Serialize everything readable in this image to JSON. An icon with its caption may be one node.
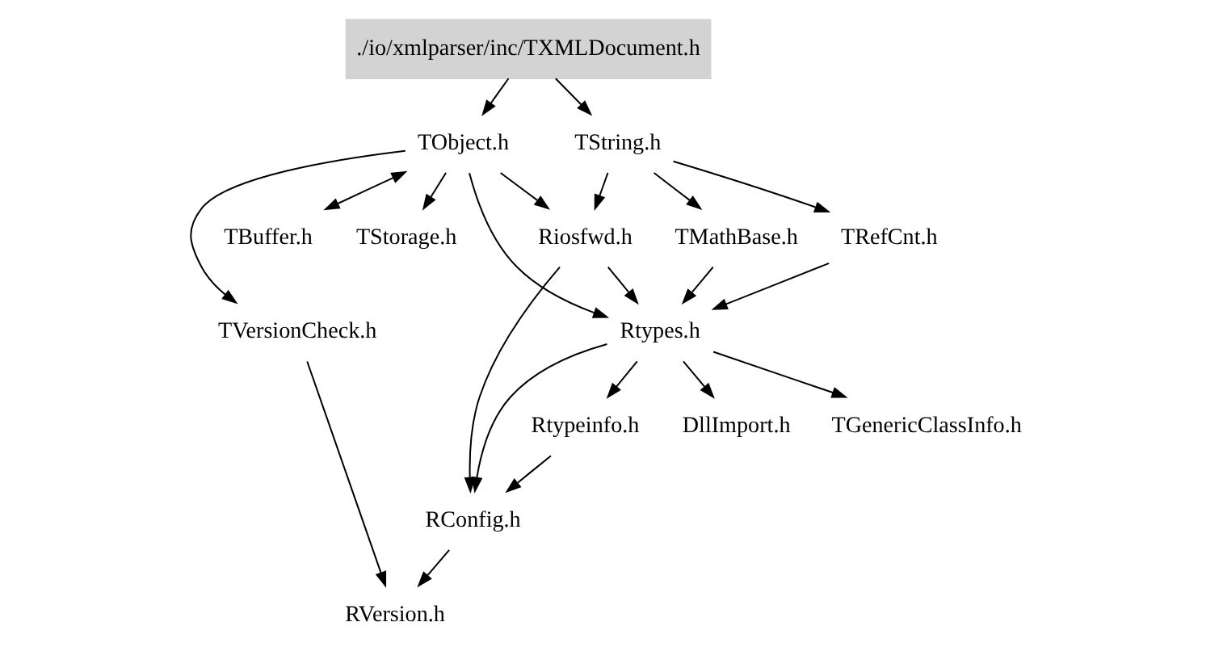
{
  "diagram": {
    "nodes": [
      {
        "text": [
          "./io/xmlparser/inc/TXMLDocument.h"
        ]
      },
      {
        "text": [
          "TObject.h"
        ]
      },
      {
        "text": [
          "TString.h"
        ]
      },
      {
        "text": [
          "TBuffer.h"
        ]
      },
      {
        "text": [
          "TStorage.h"
        ]
      },
      {
        "text": [
          "Riosfwd.h"
        ]
      },
      {
        "text": [
          "TRefCnt.h"
        ]
      },
      {
        "text": [
          "TMathBase.h"
        ]
      },
      {
        "text": [
          "TVersionCheck.h"
        ]
      },
      {
        "text": [
          "Rtypes.h"
        ]
      },
      {
        "text": [
          "DllImport.h"
        ]
      },
      {
        "text": [
          "TGenericClassInfo.h"
        ]
      },
      {
        "text": [
          "Rtypeinfo.h"
        ]
      },
      {
        "text": [
          "RConfig.h"
        ]
      },
      {
        "text": [
          "RVersion.h"
        ]
      }
    ],
    "edges": [
      {
        "from": 0,
        "to": 1,
        "arrow": "to"
      },
      {
        "from": 0,
        "to": 2,
        "arrow": "to"
      },
      {
        "from": 1,
        "to": 3,
        "arrow": "both"
      },
      {
        "from": 1,
        "to": 4,
        "arrow": "to"
      },
      {
        "from": 1,
        "to": 5,
        "arrow": "to"
      },
      {
        "from": 1,
        "to": 9,
        "arrow": "to"
      },
      {
        "from": 1,
        "to": 8,
        "arrow": "to"
      },
      {
        "from": 2,
        "to": 5,
        "arrow": "to"
      },
      {
        "from": 2,
        "to": 6,
        "arrow": "to"
      },
      {
        "from": 2,
        "to": 7,
        "arrow": "to"
      },
      {
        "from": 5,
        "to": 9,
        "arrow": "to"
      },
      {
        "from": 5,
        "to": 13,
        "arrow": "to"
      },
      {
        "from": 6,
        "to": 9,
        "arrow": "to"
      },
      {
        "from": 7,
        "to": 9,
        "arrow": "to"
      },
      {
        "from": 9,
        "to": 10,
        "arrow": "to"
      },
      {
        "from": 9,
        "to": 11,
        "arrow": "to"
      },
      {
        "from": 9,
        "to": 12,
        "arrow": "to"
      },
      {
        "from": 9,
        "to": 13,
        "arrow": "to"
      },
      {
        "from": 12,
        "to": 13,
        "arrow": "to"
      },
      {
        "from": 8,
        "to": 14,
        "arrow": "to"
      },
      {
        "from": 13,
        "to": 14,
        "arrow": "to"
      }
    ]
  }
}
